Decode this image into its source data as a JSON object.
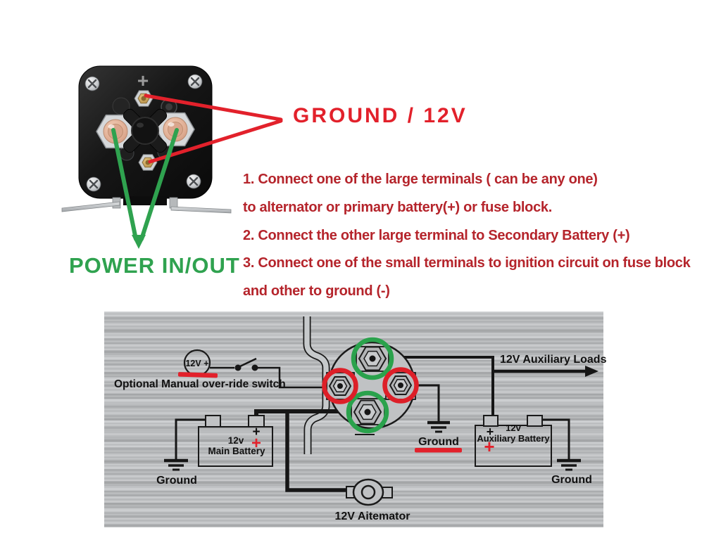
{
  "annotations": {
    "ground_12v_label": "GROUND / 12V",
    "power_inout_label": "POWER IN/OUT",
    "instructions": [
      "1. Connect one of the large terminals ( can be any one)",
      "to alternator or primary battery(+) or fuse block.",
      "2. Connect the other large terminal to Secondary Battery (+)",
      "3. Connect one of the small terminals to ignition circuit on fuse block",
      "and other to ground (-)"
    ]
  },
  "relay_photo": {
    "polarity_mark": "+"
  },
  "diagram": {
    "power_source_label": "12V +",
    "override_switch_label": "Optional Manual over-ride switch",
    "aux_loads_label": "12V Auxiliary Loads",
    "solenoid_ground_label": "Ground",
    "main_battery_label_line1": "12v",
    "main_battery_label_line2": "Main Battery",
    "main_battery_plus_black": "+",
    "main_battery_plus_red": "+",
    "main_ground_label": "Ground",
    "aux_battery_label_line1": "12v",
    "aux_battery_label_line2": "Auxiliary Battery",
    "aux_battery_plus_black": "+",
    "aux_battery_plus_red": "+",
    "aux_ground_label": "Ground",
    "alternator_label": "12V Aitemator"
  },
  "colors": {
    "annotation_red": "#e2212b",
    "instruction_red": "#b5242b",
    "annotation_green": "#2fa24f",
    "wire_black": "#161616",
    "panel_gray": "#b9bbbd"
  }
}
